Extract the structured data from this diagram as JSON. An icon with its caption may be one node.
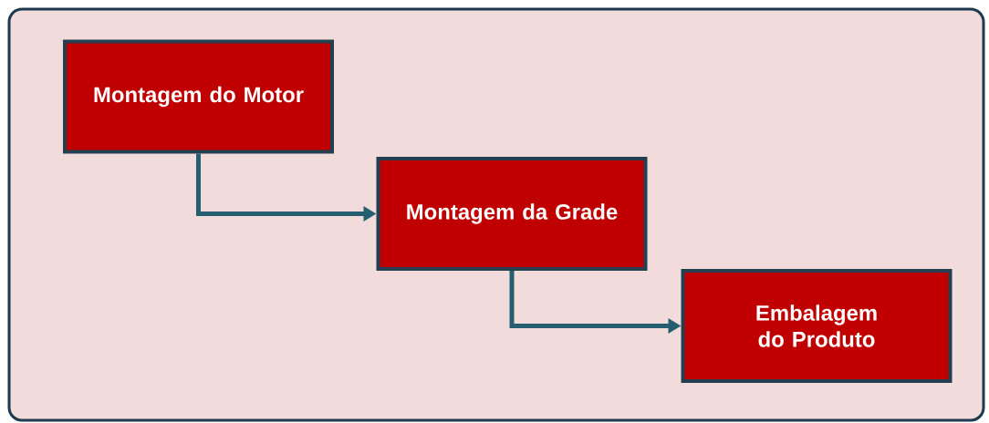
{
  "diagram": {
    "nodes": [
      {
        "text": [
          "Montagem do Motor"
        ]
      },
      {
        "text": [
          "Montagem da Grade"
        ]
      },
      {
        "text": [
          "Embalagem do Produto"
        ]
      }
    ],
    "edges": [
      {
        "from": 0,
        "to": 1,
        "arrow": "to"
      },
      {
        "from": 1,
        "to": 2,
        "arrow": "to"
      }
    ]
  }
}
